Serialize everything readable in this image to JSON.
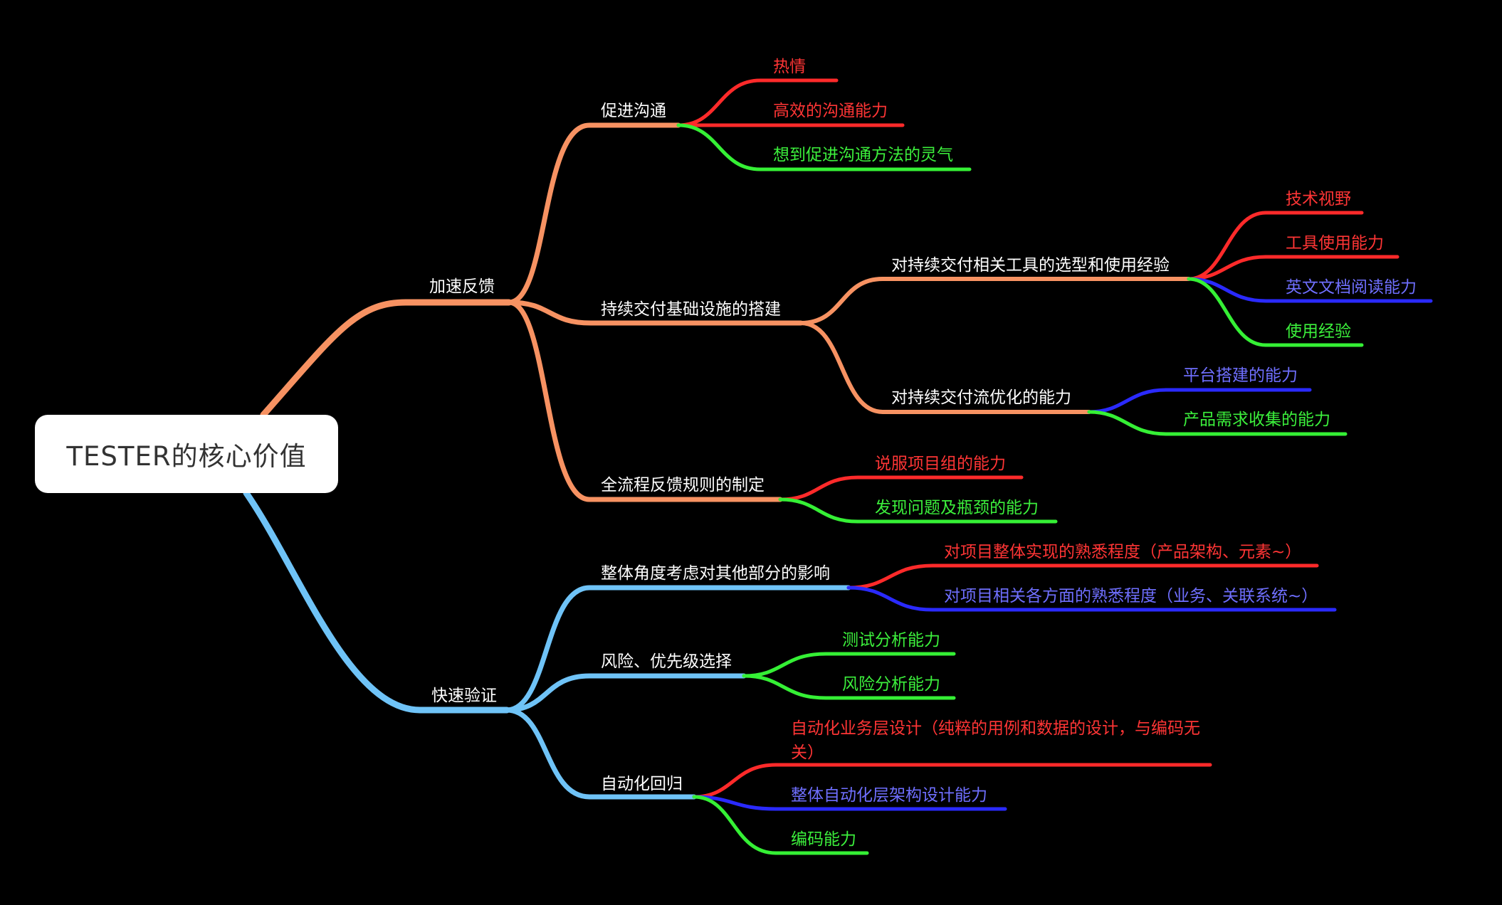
{
  "root": {
    "label": "TESTER的核心价值"
  },
  "colors": {
    "orange": "#f79262",
    "lightblue": "#6fc3f7",
    "red": "#ff2a2a",
    "green": "#35f035",
    "blue": "#2a2aff",
    "text_white": "#ffffff",
    "text_red": "#ff3535",
    "text_green": "#3cf03c",
    "text_blue": "#6f6fff",
    "root_bg": "#ffffff",
    "root_text": "#333333"
  },
  "branches": [
    {
      "label": "加速反馈",
      "children": [
        {
          "label": "促进沟通",
          "children": [
            {
              "label": "热情"
            },
            {
              "label": "高效的沟通能力"
            },
            {
              "label": "想到促进沟通方法的灵气"
            }
          ]
        },
        {
          "label": "持续交付基础设施的搭建",
          "children": [
            {
              "label": "对持续交付相关工具的选型和使用经验",
              "children": [
                {
                  "label": "技术视野"
                },
                {
                  "label": "工具使用能力"
                },
                {
                  "label": "英文文档阅读能力"
                },
                {
                  "label": "使用经验"
                }
              ]
            },
            {
              "label": "对持续交付流优化的能力",
              "children": [
                {
                  "label": "平台搭建的能力"
                },
                {
                  "label": "产品需求收集的能力"
                }
              ]
            }
          ]
        },
        {
          "label": "全流程反馈规则的制定",
          "children": [
            {
              "label": "说服项目组的能力"
            },
            {
              "label": "发现问题及瓶颈的能力"
            }
          ]
        }
      ]
    },
    {
      "label": "快速验证",
      "children": [
        {
          "label": "整体角度考虑对其他部分的影响",
          "children": [
            {
              "label": "对项目整体实现的熟悉程度（产品架构、元素~）"
            },
            {
              "label": "对项目相关各方面的熟悉程度（业务、关联系统~）"
            }
          ]
        },
        {
          "label": "风险、优先级选择",
          "children": [
            {
              "label": "测试分析能力"
            },
            {
              "label": "风险分析能力"
            }
          ]
        },
        {
          "label": "自动化回归",
          "children": [
            {
              "label": "自动化业务层设计（纯粹的用例和数据的设计，与编码无关）"
            },
            {
              "label": "整体自动化层架构设计能力"
            },
            {
              "label": "编码能力"
            }
          ]
        }
      ]
    }
  ]
}
